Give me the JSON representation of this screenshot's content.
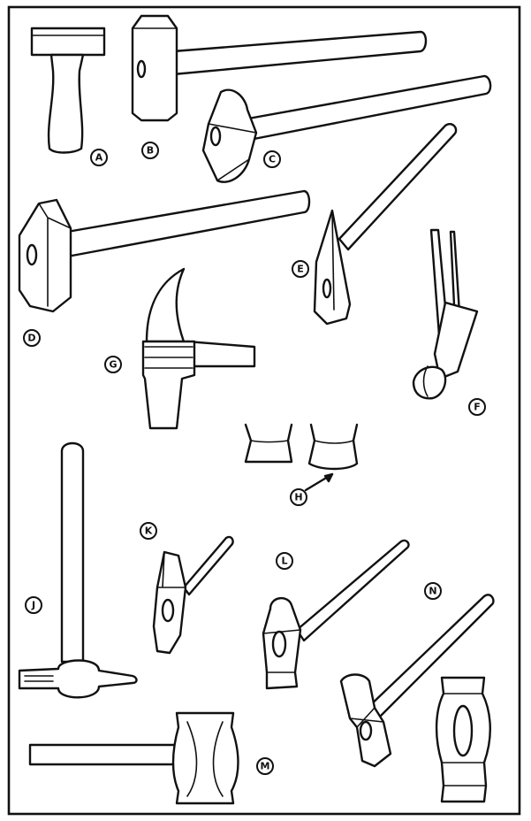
{
  "labels": {
    "a": "A",
    "b": "B",
    "c": "C",
    "d": "D",
    "e": "E",
    "f": "F",
    "g": "G",
    "h": "H",
    "j": "J",
    "k": "K",
    "l": "L",
    "m": "M",
    "n": "N"
  },
  "colors": {
    "ink": "#111111",
    "paper": "#ffffff"
  }
}
